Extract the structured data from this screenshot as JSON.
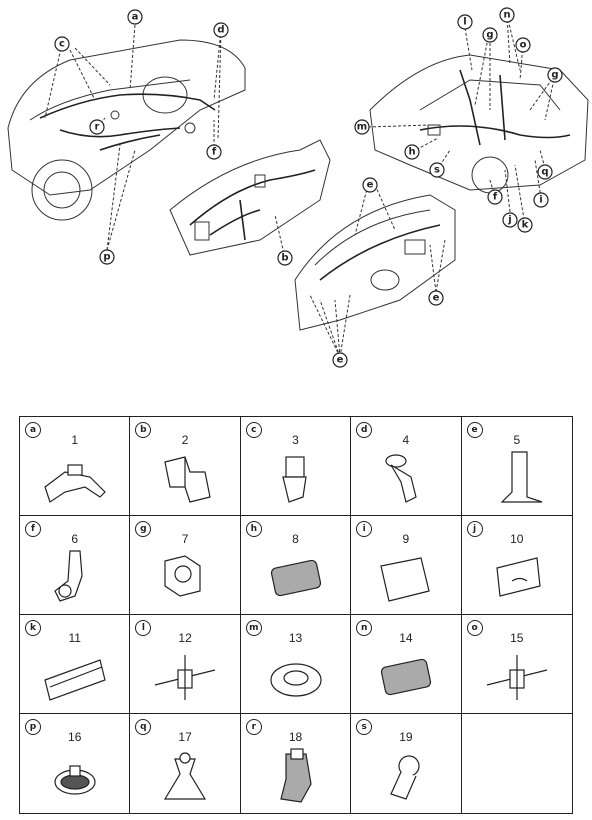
{
  "callouts": {
    "a": "a",
    "b": "b",
    "c": "c",
    "d": "d",
    "e": "e",
    "f": "f",
    "g": "g",
    "h": "h",
    "i": "i",
    "j": "j",
    "k": "k",
    "l": "l",
    "m": "m",
    "n": "n",
    "o": "o",
    "p": "p",
    "q": "q",
    "r": "r",
    "s": "s"
  },
  "parts": [
    {
      "letter": "a",
      "number": "1",
      "shape": "bracket"
    },
    {
      "letter": "b",
      "number": "2",
      "shape": "channel-clip"
    },
    {
      "letter": "c",
      "number": "3",
      "shape": "clip"
    },
    {
      "letter": "d",
      "number": "4",
      "shape": "stay"
    },
    {
      "letter": "e",
      "number": "5",
      "shape": "tape-clip"
    },
    {
      "letter": "f",
      "number": "6",
      "shape": "band-clip"
    },
    {
      "letter": "g",
      "number": "7",
      "shape": "clamp"
    },
    {
      "letter": "h",
      "number": "8",
      "shape": "pad"
    },
    {
      "letter": "i",
      "number": "9",
      "shape": "sheet"
    },
    {
      "letter": "j",
      "number": "10",
      "shape": "protector"
    },
    {
      "letter": "k",
      "number": "11",
      "shape": "protector-long"
    },
    {
      "letter": "l",
      "number": "12",
      "shape": "band"
    },
    {
      "letter": "m",
      "number": "13",
      "shape": "grommet"
    },
    {
      "letter": "n",
      "number": "14",
      "shape": "pad"
    },
    {
      "letter": "o",
      "number": "15",
      "shape": "band"
    },
    {
      "letter": "p",
      "number": "16",
      "shape": "band-ring"
    },
    {
      "letter": "q",
      "number": "17",
      "shape": "boot"
    },
    {
      "letter": "r",
      "number": "18",
      "shape": "tape"
    },
    {
      "letter": "s",
      "number": "19",
      "shape": "clip-ring"
    }
  ]
}
